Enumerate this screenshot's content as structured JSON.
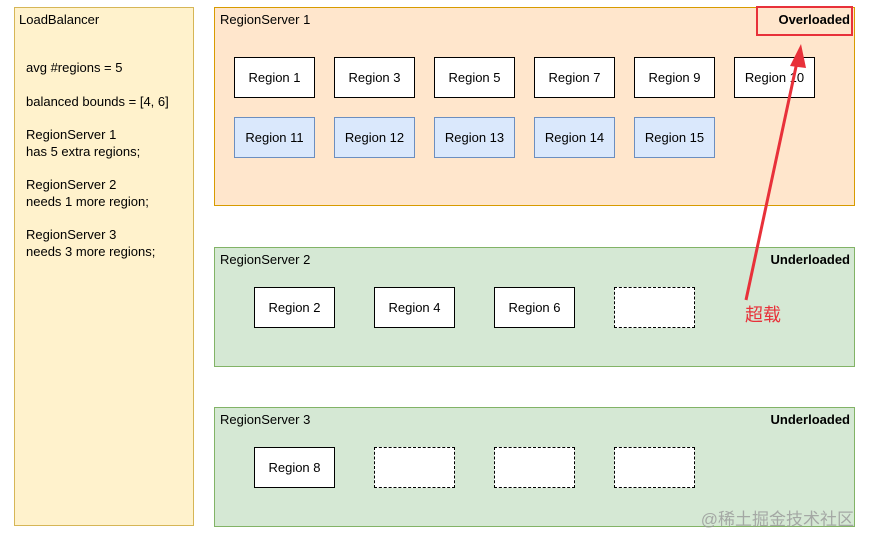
{
  "load_balancer": {
    "title": "LoadBalancer",
    "lines": [
      "avg #regions = 5",
      "balanced bounds = [4, 6]",
      "RegionServer 1\nhas 5 extra regions;",
      "RegionServer 2\nneeds 1 more region;",
      "RegionServer 3\nneeds 3 more regions;"
    ]
  },
  "servers": [
    {
      "title": "RegionServer 1",
      "status": "Overloaded",
      "regions": [
        "Region 1",
        "Region 3",
        "Region 5",
        "Region 7",
        "Region 9",
        "Region 10"
      ],
      "new_regions": [
        "Region 11",
        "Region 12",
        "Region 13",
        "Region 14",
        "Region 15"
      ]
    },
    {
      "title": "RegionServer 2",
      "status": "Underloaded",
      "regions": [
        "Region 2",
        "Region 4",
        "Region 6"
      ],
      "empty_slots": 1
    },
    {
      "title": "RegionServer 3",
      "status": "Underloaded",
      "regions": [
        "Region 8"
      ],
      "empty_slots": 3
    }
  ],
  "annotation": {
    "label": "超载",
    "color": "#e8313a"
  },
  "watermark": "@稀土掘金技术社区",
  "colors": {
    "loadbalancer": "#fff2cc",
    "overloaded": "#ffe6cc",
    "underloaded": "#d5e8d4",
    "new_region": "#dae8fc"
  }
}
